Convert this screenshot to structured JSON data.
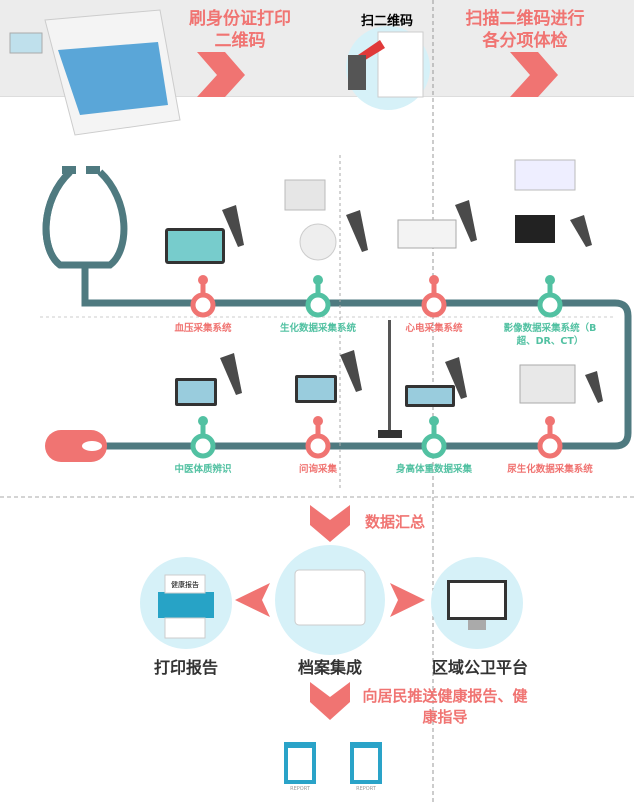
{
  "top": {
    "step1": "刷身份证打印二维码",
    "step2": "扫二维码",
    "step3": "扫描二维码进行各分项体检"
  },
  "systems_top": [
    {
      "label": "血压采集系统",
      "color": "#f07472"
    },
    {
      "label": "生化数据采集系统",
      "color": "#52c1a2"
    },
    {
      "label": "心电采集系统",
      "color": "#f07472"
    },
    {
      "label": "影像数据采集系统（B超、DR、CT）",
      "color": "#52c1a2"
    }
  ],
  "systems_bottom": [
    {
      "label": "中医体质辨识",
      "color": "#52c1a2"
    },
    {
      "label": "问询采集",
      "color": "#f07472"
    },
    {
      "label": "身高体重数据采集",
      "color": "#52c1a2"
    },
    {
      "label": "尿生化数据采集系统",
      "color": "#f07472"
    }
  ],
  "flow": {
    "summary": "数据汇总",
    "print": "打印报告",
    "archive": "档案集成",
    "platform": "区域公卫平台",
    "push": "向居民推送健康报告、健康指导",
    "report_tag": "健康报告",
    "report_icon_text": "REPORT"
  },
  "colors": {
    "coral": "#f07472",
    "teal": "#52c1a2",
    "pipe": "#4f7a80",
    "bubble": "#d6f1f8"
  }
}
